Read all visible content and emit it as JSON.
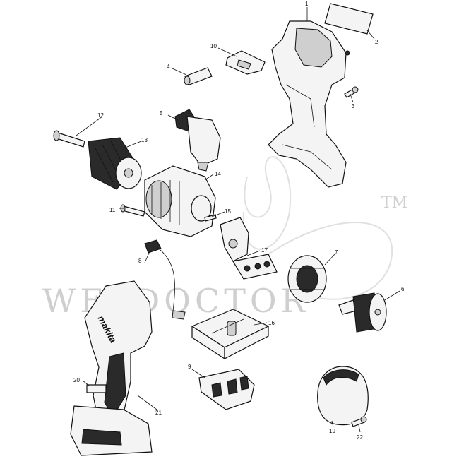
{
  "watermark": {
    "text": "WELDOCTOR",
    "trademark": "TM"
  },
  "brand_label": "makita",
  "callouts": [
    "1",
    "2",
    "3",
    "4",
    "5",
    "6",
    "7",
    "8",
    "9",
    "10",
    "11",
    "12",
    "13",
    "14",
    "15",
    "16",
    "17",
    "19",
    "20",
    "21",
    "22"
  ]
}
